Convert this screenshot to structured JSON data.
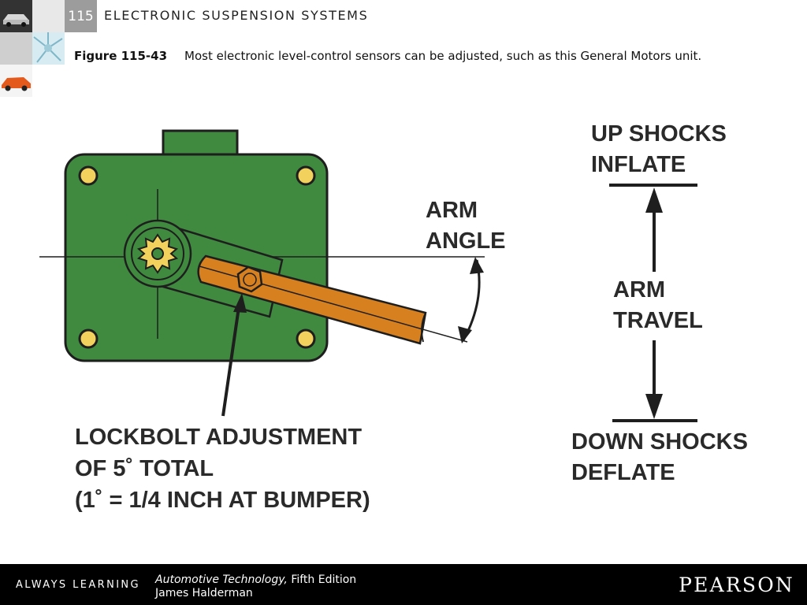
{
  "header": {
    "chapter_number": "115",
    "chapter_title": "ELECTRONIC SUSPENSION SYSTEMS"
  },
  "caption": {
    "figure_label": "Figure 115-43",
    "text": "Most electronic level-control sensors can be adjusted, such as this General Motors unit."
  },
  "diagram": {
    "arm_angle": [
      "ARM",
      "ANGLE"
    ],
    "up": [
      "UP SHOCKS",
      "INFLATE"
    ],
    "arm_travel": [
      "ARM",
      "TRAVEL"
    ],
    "down": [
      "DOWN SHOCKS",
      "DEFLATE"
    ],
    "lockbolt": [
      "LOCKBOLT ADJUSTMENT",
      "OF 5˚ TOTAL",
      "(1˚ = 1/4 INCH AT BUMPER)"
    ],
    "colors": {
      "housing": "#3f8a3f",
      "arm": "#d6801f",
      "bolt_holes": "#f2d25c",
      "outline": "#1e1e1e"
    }
  },
  "footer": {
    "tagline": "ALWAYS LEARNING",
    "book_title": "Automotive Technology,",
    "edition": " Fifth Edition",
    "author": "James Halderman",
    "publisher": "PEARSON"
  }
}
